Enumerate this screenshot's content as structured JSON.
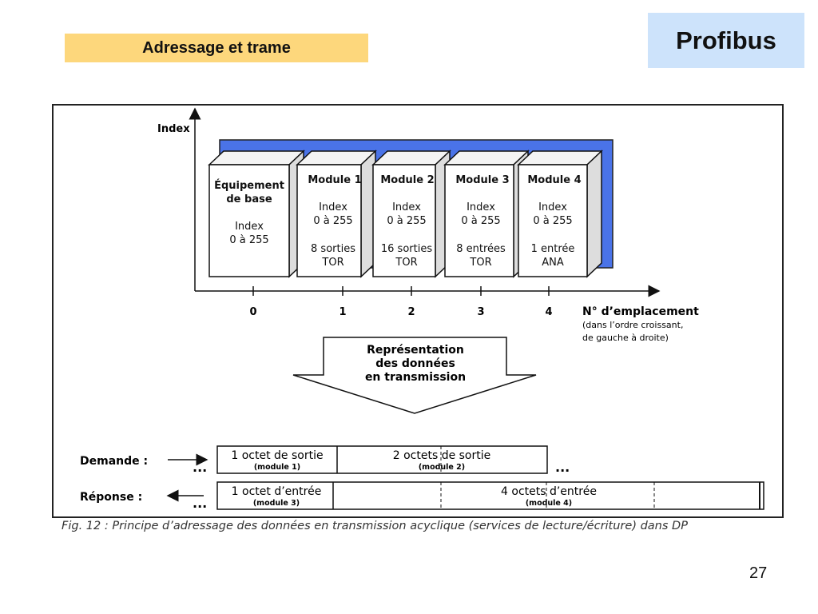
{
  "header": {
    "title": "Adressage  et  trame",
    "brand": "Profibus"
  },
  "diagram": {
    "y_axis_label": "Index",
    "x_axis_label": "N° d’emplacement",
    "x_axis_note_1": "(dans l’ordre croissant,",
    "x_axis_note_2": "de gauche à droite)",
    "slots": [
      "0",
      "1",
      "2",
      "3",
      "4"
    ],
    "modules": [
      {
        "title_1": "Équipement",
        "title_2": "de base",
        "lines": [
          "",
          "Index",
          "0 à 255",
          "",
          ""
        ]
      },
      {
        "title_1": "Module 1",
        "title_2": "",
        "lines": [
          "Index",
          "0 à 255",
          "",
          "8 sorties",
          "TOR"
        ]
      },
      {
        "title_1": "Module 2",
        "title_2": "",
        "lines": [
          "Index",
          "0 à 255",
          "",
          "16 sorties",
          "TOR"
        ]
      },
      {
        "title_1": "Module 3",
        "title_2": "",
        "lines": [
          "Index",
          "0 à 255",
          "",
          "8 entrées",
          "TOR"
        ]
      },
      {
        "title_1": "Module 4",
        "title_2": "",
        "lines": [
          "Index",
          "0 à 255",
          "",
          "1 entrée",
          "ANA"
        ]
      }
    ],
    "arrow_text": [
      "Représentation",
      "des données",
      "en transmission"
    ],
    "request": {
      "label": "Demande :",
      "cells": [
        {
          "title": "1 octet de sortie",
          "sub": "(module 1)"
        },
        {
          "title": "2 octets de sortie",
          "sub": "(module 2)"
        }
      ],
      "ellipsis": "..."
    },
    "response": {
      "label": "Réponse :",
      "cells": [
        {
          "title": "1 octet d’entrée",
          "sub": "(module 3)"
        },
        {
          "title": "4 octets d’entrée",
          "sub": "(module 4)"
        }
      ],
      "ellipsis": "..."
    },
    "caption": "Fig. 12 : Principe d’adressage des données en transmission acyclique (services de lecture/écriture) dans DP"
  },
  "page_number": "27",
  "colors": {
    "banner": "#fdd77c",
    "brand_box": "#cde3fb",
    "rack_blue": "#4a73e8"
  }
}
